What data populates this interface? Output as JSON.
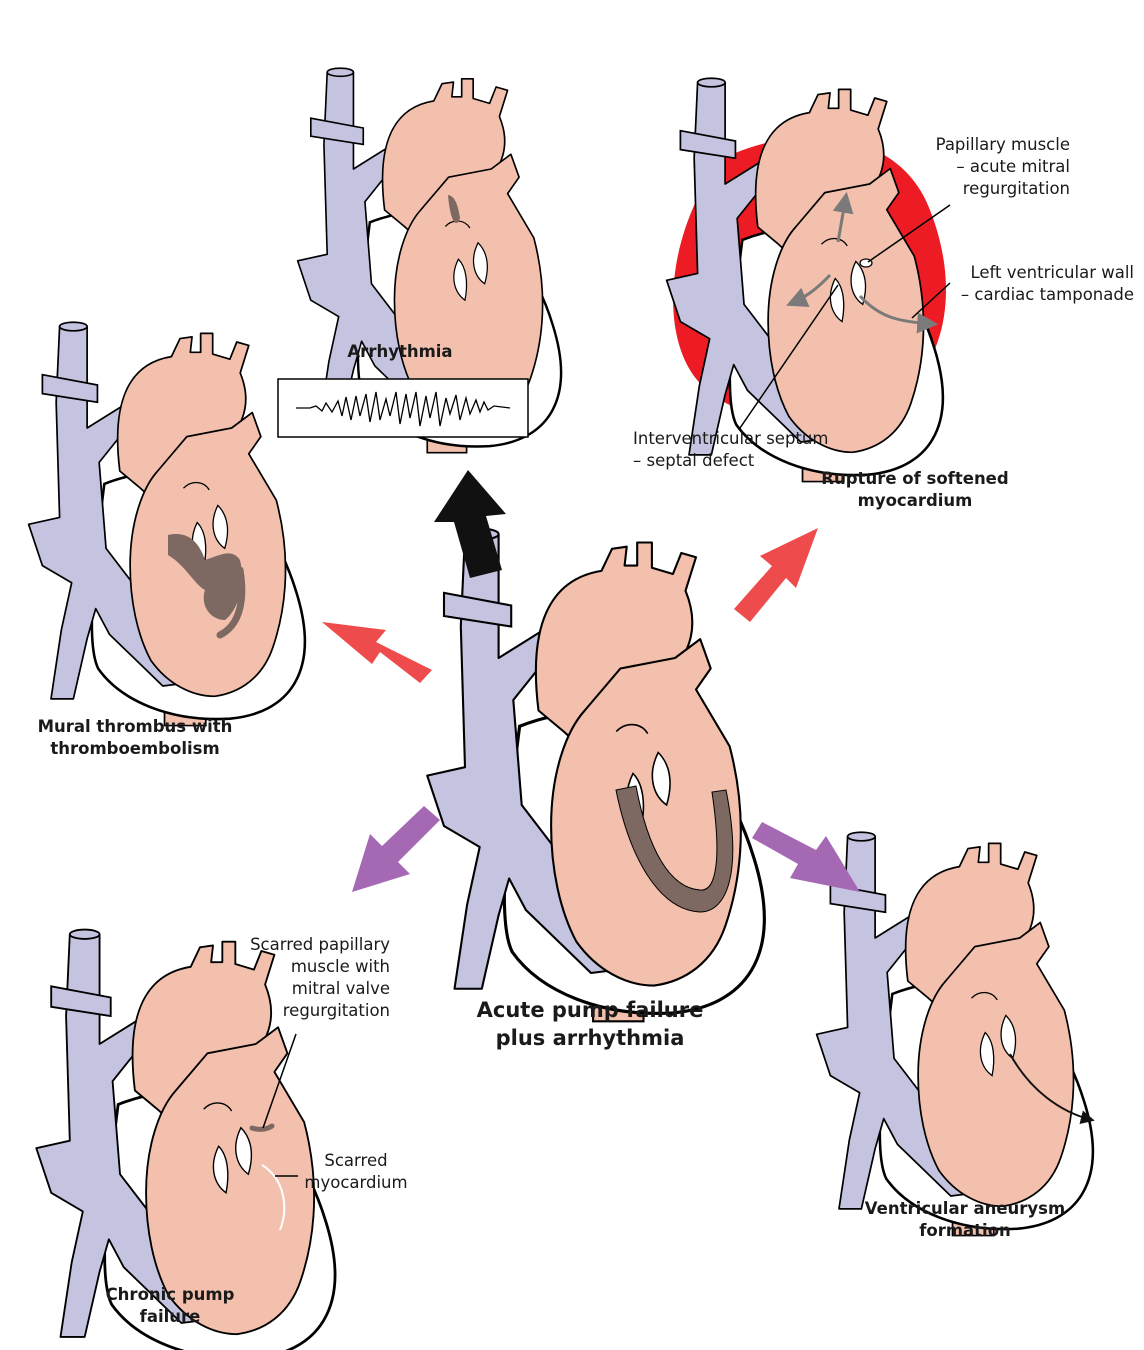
{
  "colors": {
    "vessel_blue": "#c5c4e0",
    "muscle_pink": "#f2c0ac",
    "outline": "#000000",
    "pericardial_blood": "#ed1c24",
    "infarct_brown": "#7d6962",
    "arrow_red": "#ee4c4c",
    "arrow_purple": "#a569b4",
    "arrow_black": "#111111",
    "annotation_grey": "#7a7a7a"
  },
  "central": {
    "title": "Acute pump failure\nplus arrhythmia"
  },
  "outcomes": {
    "arrhythmia": {
      "title": "Arrhythmia"
    },
    "rupture": {
      "title": "Rupture of softened\nmyocardium",
      "papillary": "Papillary muscle\n– acute mitral\nregurgitation",
      "lv_wall": "Left ventricular wall\n– cardiac tamponade",
      "septum": "Interventricular septum\n– septal defect"
    },
    "mural": {
      "title": "Mural thrombus with\nthromboembolism"
    },
    "chronic": {
      "title": "Chronic pump\nfailure",
      "scarred_papillary": "Scarred papillary\nmuscle with\nmitral valve\nregurgitation",
      "scarred_myocardium": "Scarred\nmyocardium"
    },
    "aneurysm": {
      "title": "Ventricular aneurysm\nformation"
    }
  }
}
